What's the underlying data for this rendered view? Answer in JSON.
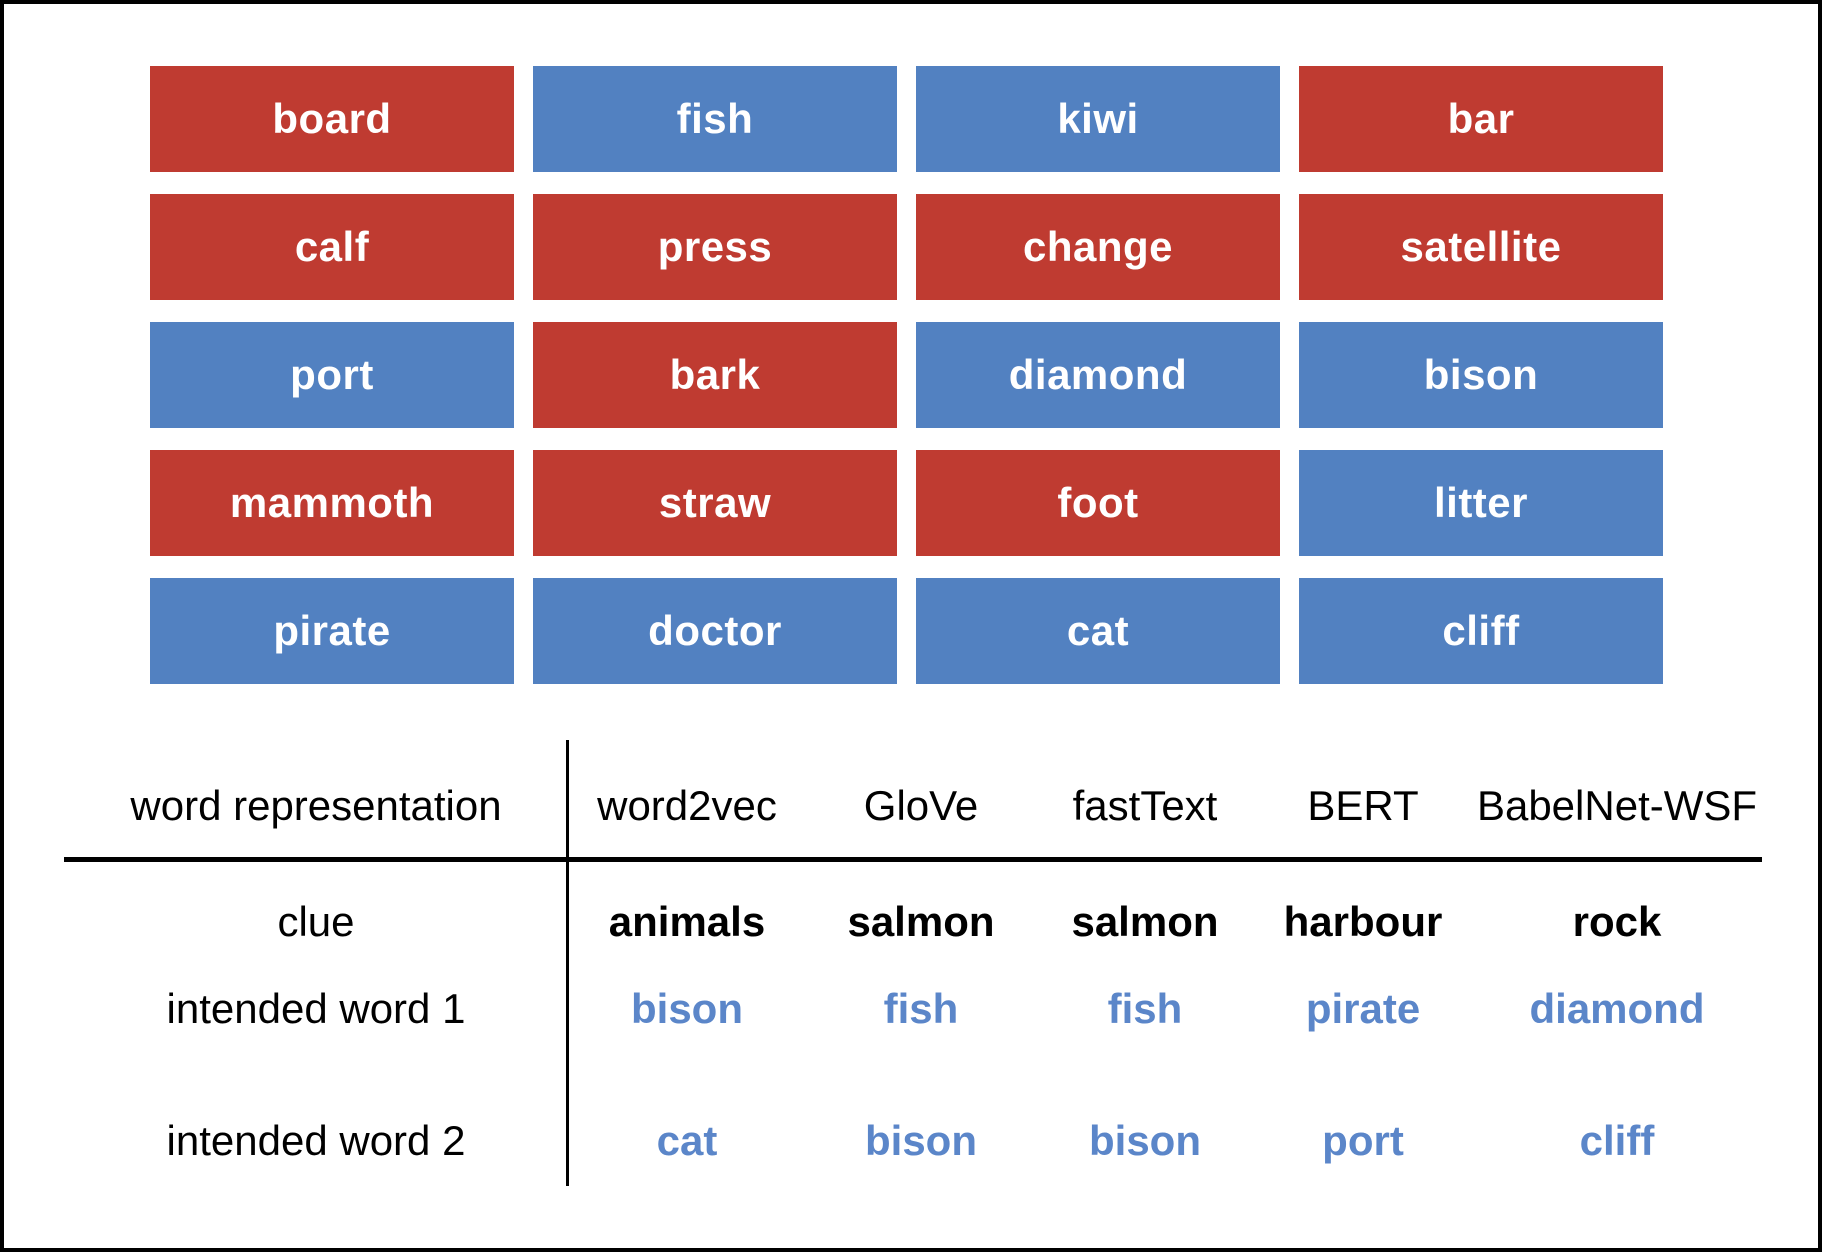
{
  "board": {
    "tiles": [
      {
        "word": "board",
        "team": "red"
      },
      {
        "word": "fish",
        "team": "blue"
      },
      {
        "word": "kiwi",
        "team": "blue"
      },
      {
        "word": "bar",
        "team": "red"
      },
      {
        "word": "calf",
        "team": "red"
      },
      {
        "word": "press",
        "team": "red"
      },
      {
        "word": "change",
        "team": "red"
      },
      {
        "word": "satellite",
        "team": "red"
      },
      {
        "word": "port",
        "team": "blue"
      },
      {
        "word": "bark",
        "team": "red"
      },
      {
        "word": "diamond",
        "team": "blue"
      },
      {
        "word": "bison",
        "team": "blue"
      },
      {
        "word": "mammoth",
        "team": "red"
      },
      {
        "word": "straw",
        "team": "red"
      },
      {
        "word": "foot",
        "team": "red"
      },
      {
        "word": "litter",
        "team": "blue"
      },
      {
        "word": "pirate",
        "team": "blue"
      },
      {
        "word": "doctor",
        "team": "blue"
      },
      {
        "word": "cat",
        "team": "blue"
      },
      {
        "word": "cliff",
        "team": "blue"
      }
    ]
  },
  "table": {
    "header": {
      "label": "word representation",
      "models": [
        "word2vec",
        "GloVe",
        "fastText",
        "BERT",
        "BabelNet-WSF"
      ]
    },
    "rows": [
      {
        "label": "clue",
        "values": [
          "animals",
          "salmon",
          "salmon",
          "harbour",
          "rock"
        ]
      },
      {
        "label": "intended word 1",
        "values": [
          "bison",
          "fish",
          "fish",
          "pirate",
          "diamond"
        ]
      },
      {
        "label": "intended word 2",
        "values": [
          "cat",
          "bison",
          "bison",
          "port",
          "cliff"
        ]
      }
    ]
  },
  "colors": {
    "tile_red": "#bf3b31",
    "tile_blue": "#5281c1",
    "intended_word_blue": "#5b86c9",
    "rule_black": "#000000"
  }
}
